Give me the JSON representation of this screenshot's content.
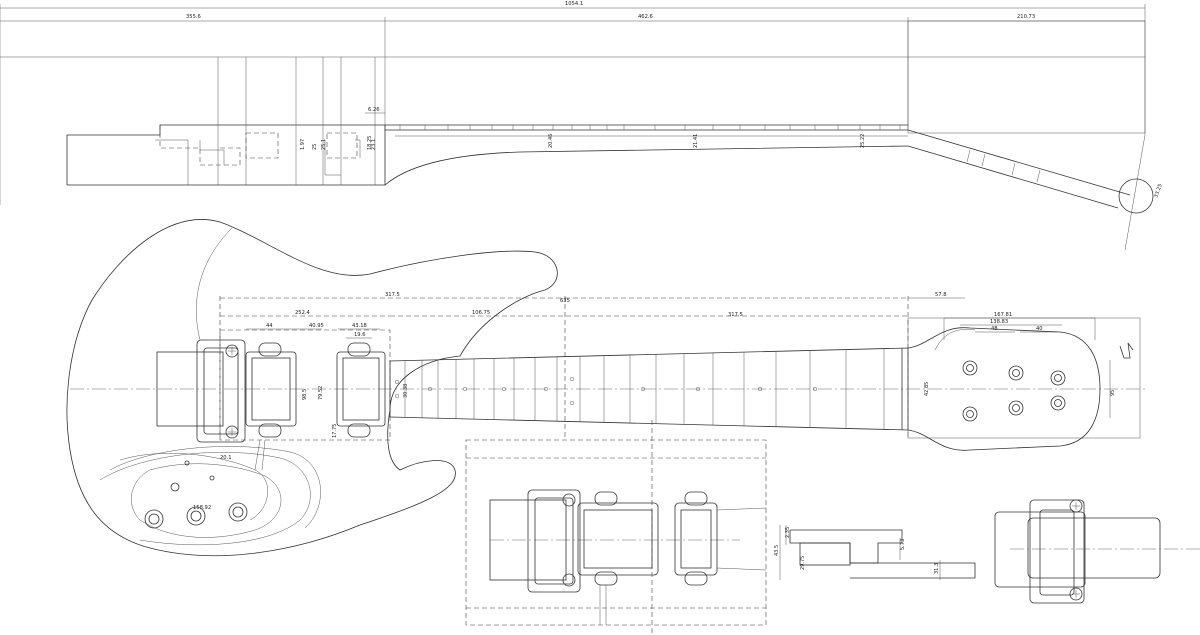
{
  "dimensions": {
    "overall_length": "1054.1",
    "body_length": "355.6",
    "neck_length": "462.6",
    "headstock_length": "210.73",
    "scale_half_a": "317.5",
    "scale_total": "635",
    "scale_half_b": "317.5",
    "pickup_span": "252.4",
    "neck_pocket": "106.75",
    "pickup_w": "44",
    "pickup_gap": "40.95",
    "bridge_w": "43.18",
    "bridge_inner": "19.6",
    "nut_offset": "57.8",
    "tuner_span": "167.81",
    "tuner_span_inner": "138.83",
    "tuner_pitch_a": "48",
    "tuner_pitch_b": "40",
    "neck_heel_width": "98.5",
    "neck_heel_width_b": "79.52",
    "pocket_depth": "30.38",
    "neck_joint_h": "17.75",
    "headstock_width": "95",
    "nut_width": "42.85",
    "control_radius": "158.92",
    "control_small": "20.1",
    "side_thk_a": "6.26",
    "side_depth_a": "23.1",
    "side_depth_b": "1.97",
    "side_depth_c": "25",
    "side_depth_d": "25.1",
    "side_depth_e": "18.25",
    "neck_th_a": "20.46",
    "neck_th_b": "21.41",
    "neck_th_c": "25.22",
    "head_angle_dim": "33.25",
    "detail_h_a": "43.5",
    "detail_h_b": "29.75",
    "detail_h_c": "2.35",
    "detail_h_d": "5.73",
    "detail_h_e": "31.3"
  }
}
